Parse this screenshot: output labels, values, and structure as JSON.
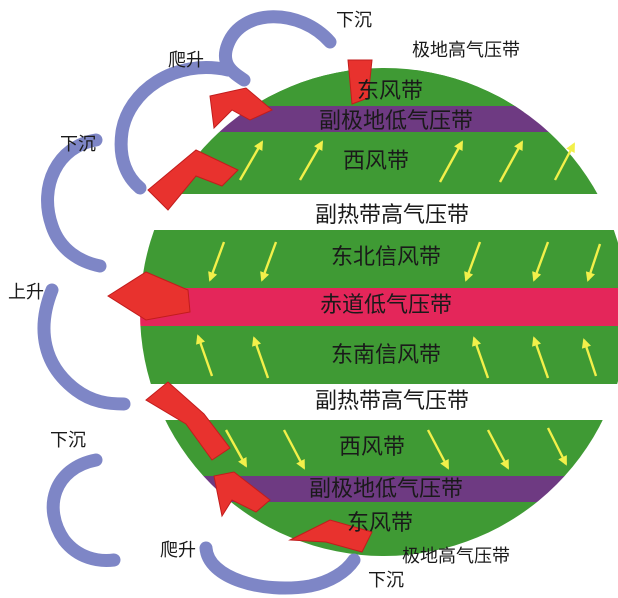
{
  "colors": {
    "green": "#3f9a34",
    "white_band": "#ffffff",
    "purple": "#6e3a82",
    "red_band": "#e4265a",
    "red_arrow": "#e8322e",
    "blue_arrow": "#7e86c6",
    "wind_arrow": "#f2f04a"
  },
  "icons": {
    "wind": "yellow-wind-arrow-icon",
    "circulation": "circulation-arrow-icon"
  },
  "bands": [
    {
      "label": "极地高气压带"
    },
    {
      "label": "东风带"
    },
    {
      "label": "副极地低气压带"
    },
    {
      "label": "西风带"
    },
    {
      "label": "副热带高气压带"
    },
    {
      "label": "东北信风带"
    },
    {
      "label": "赤道低气压带"
    },
    {
      "label": "东南信风带"
    },
    {
      "label": "副热带高气压带"
    },
    {
      "label": "西风带"
    },
    {
      "label": "副极地低气压带"
    },
    {
      "label": "东风带"
    },
    {
      "label": "极地高气压带"
    }
  ],
  "motions": {
    "sink_north_pole": "下沉",
    "rise_north": "爬升",
    "sink_north_subtropic": "下沉",
    "rise_equator": "上升",
    "sink_south_subtropic": "下沉",
    "rise_south": "爬升",
    "sink_south_pole": "下沉"
  }
}
